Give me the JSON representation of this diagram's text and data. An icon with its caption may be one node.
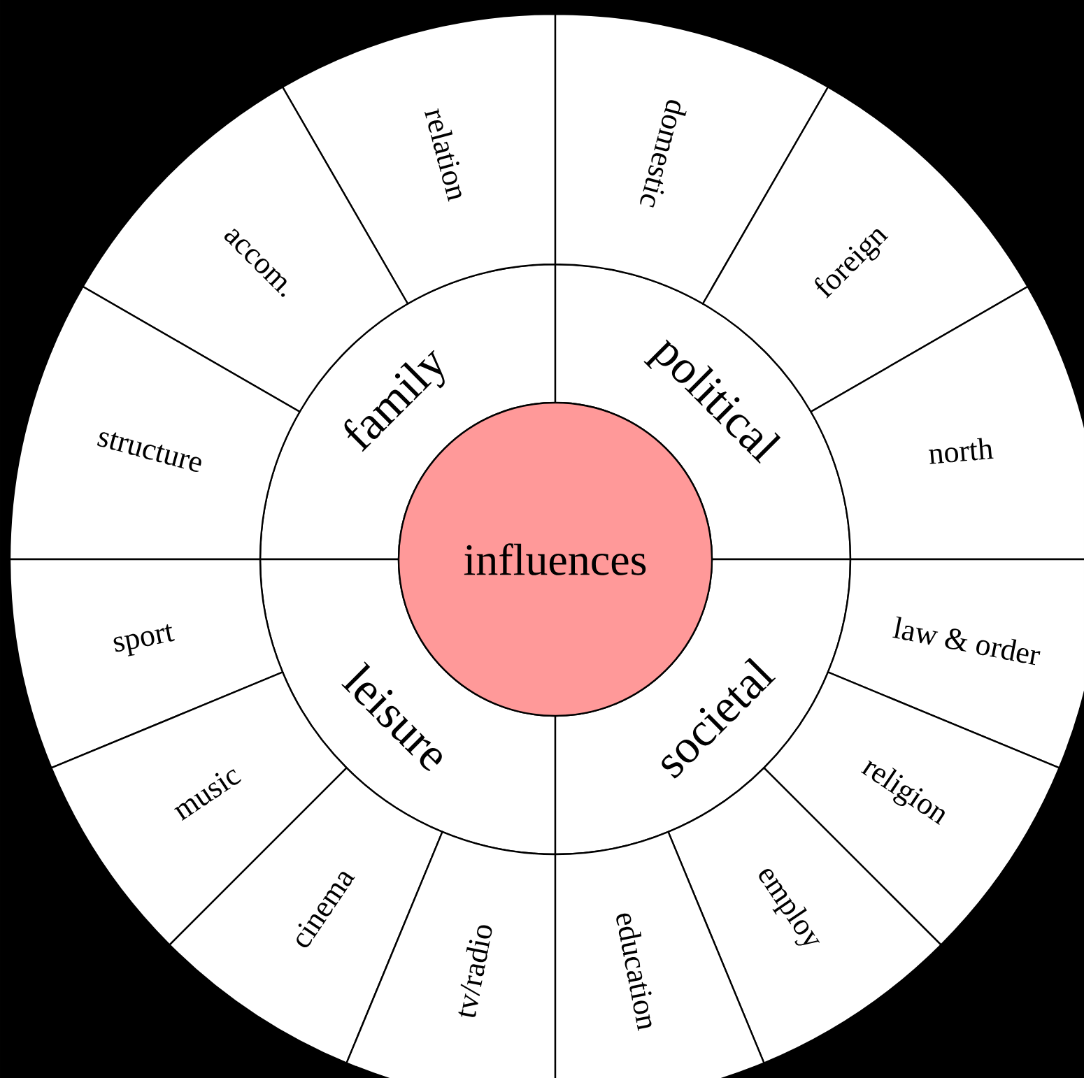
{
  "diagram": {
    "nodes": [
      {
        "text": [
          "influences"
        ]
      },
      {
        "text": [
          "family"
        ]
      },
      {
        "text": [
          "political"
        ]
      },
      {
        "text": [
          "leisure"
        ]
      },
      {
        "text": [
          "societal"
        ]
      },
      {
        "text": [
          "relation"
        ]
      },
      {
        "text": [
          "accom."
        ]
      },
      {
        "text": [
          "structure"
        ]
      },
      {
        "text": [
          "domestic"
        ]
      },
      {
        "text": [
          "foreign"
        ]
      },
      {
        "text": [
          "north"
        ]
      },
      {
        "text": [
          "sport"
        ]
      },
      {
        "text": [
          "music"
        ]
      },
      {
        "text": [
          "cinema"
        ]
      },
      {
        "text": [
          "tv/radio"
        ]
      },
      {
        "text": [
          "law & order"
        ]
      },
      {
        "text": [
          "religion"
        ]
      },
      {
        "text": [
          "employ"
        ]
      },
      {
        "text": [
          "education"
        ]
      }
    ]
  }
}
